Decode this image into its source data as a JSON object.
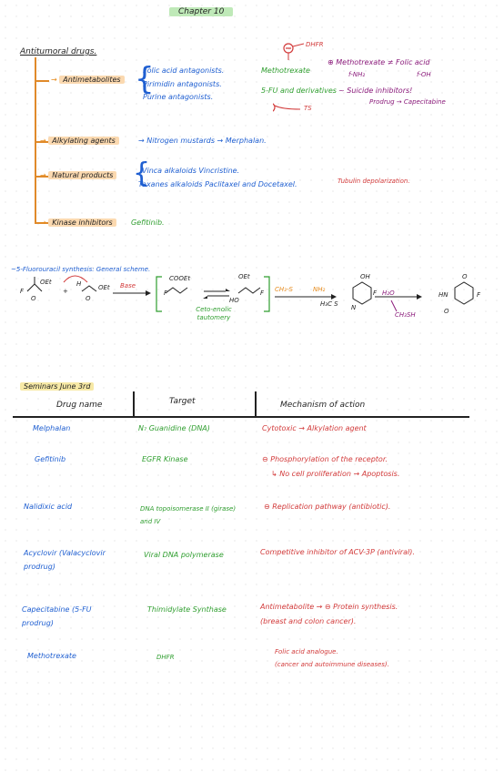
{
  "title": "Chapter 10",
  "heading": "Antitumoral drugs.",
  "branches": {
    "antimetabolites": {
      "label": "Antimetabolites",
      "items": [
        "Folic acid antagonists.",
        "Pirimidin antagonists.",
        "Purine antagonists."
      ],
      "methotrexate": "Methotrexate",
      "fu": "5-FU and derivatives",
      "suicide": "~ Suicide inhibitors!",
      "prodrug": "Prodrug → Capecitabine",
      "dhfr": "DHFR",
      "ts": "TS",
      "neq": "⊕ Methotrexate ≠ Folic acid",
      "nh2": "f-NH₂",
      "oh": "f-OH"
    },
    "alkylating": {
      "label": "Alkylating agents",
      "arrow": "→ Nitrogen mustards → Merphalan."
    },
    "natural": {
      "label": "Natural products",
      "line1": "Vinca alkaloids  Vincristine.",
      "line2": "Taxanes alkaloids  Paclitaxel and Docetaxel.",
      "tubulin": "Tubulin depolarization."
    },
    "kinase": {
      "label": "Kinase inhibitors",
      "drug": "Gefitinib."
    }
  },
  "scheme": {
    "title": "~5-Fluorouracil synthesis: General scheme.",
    "base": "Base",
    "keto": "Ceto-enolic tautomery",
    "reagent_left": "CH₃-S",
    "reagent_right": "NH₂",
    "h2o": "H₂O",
    "ch3sh": "CH₃SH",
    "oet": "OEt",
    "coet": "COOEt",
    "f": "F",
    "h": "H",
    "ho": "HO",
    "o": "O",
    "oh": "OH",
    "n": "N",
    "hn": "HN",
    "h3cs": "H₃C S",
    "plus": "+"
  },
  "table": {
    "seminar": "Seminars June 3rd",
    "headers": [
      "Drug name",
      "Target",
      "Mechanism of action"
    ],
    "rows": [
      {
        "drug": "Melphalan",
        "target": "N₇ Guanidine (DNA)",
        "mech": "Cytotoxic → Alkylation agent",
        "mech2": ""
      },
      {
        "drug": "Gefitinib",
        "target": "EGFR Kinase",
        "mech": "⊖ Phosphorylation of the receptor.",
        "mech2": "↳ No cell proliferation → Apoptosis."
      },
      {
        "drug": "Nalidixic acid",
        "target": "DNA topoisomerase II (girase) and IV",
        "mech": "⊖ Replication pathway (antibiotic).",
        "mech2": ""
      },
      {
        "drug": "Acyclovir (Valacyclovir prodrug)",
        "target": "Viral DNA polymerase",
        "mech": "Competitive inhibitor of ACV-3P (antiviral).",
        "mech2": ""
      },
      {
        "drug": "Capecitabine (5-FU prodrug)",
        "target": "Thimidylate Synthase",
        "mech": "Antimetabolite → ⊖ Protein synthesis.",
        "mech2": "(breast and colon cancer)."
      },
      {
        "drug": "Methotrexate",
        "target": "DHFR",
        "mech": "Folic acid analogue.",
        "mech2": "(cancer and autoimmune diseases)."
      }
    ]
  }
}
